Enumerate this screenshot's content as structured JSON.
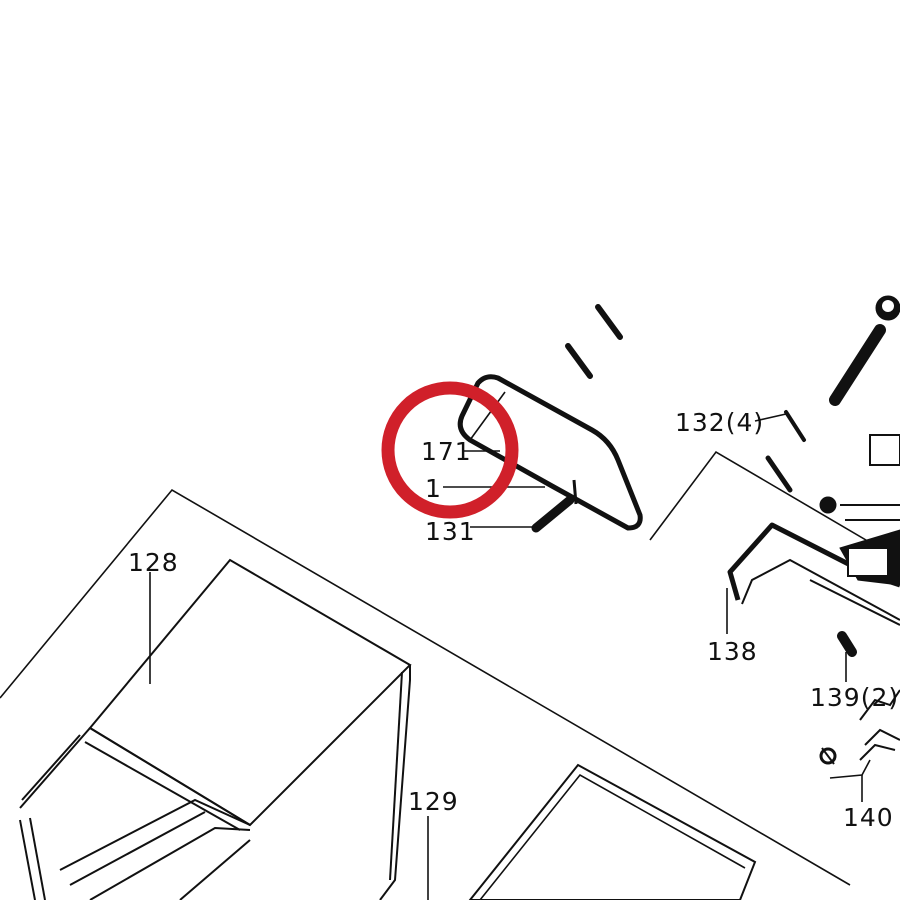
{
  "labels": {
    "p128": "128",
    "p129": "129",
    "p171": "171",
    "p1": "1",
    "p131": "131",
    "p132": "132(4)",
    "p138": "138",
    "p139": "139(2)",
    "p140": "140"
  },
  "colors": {
    "highlight": "#d0202a",
    "ink": "#111111"
  }
}
